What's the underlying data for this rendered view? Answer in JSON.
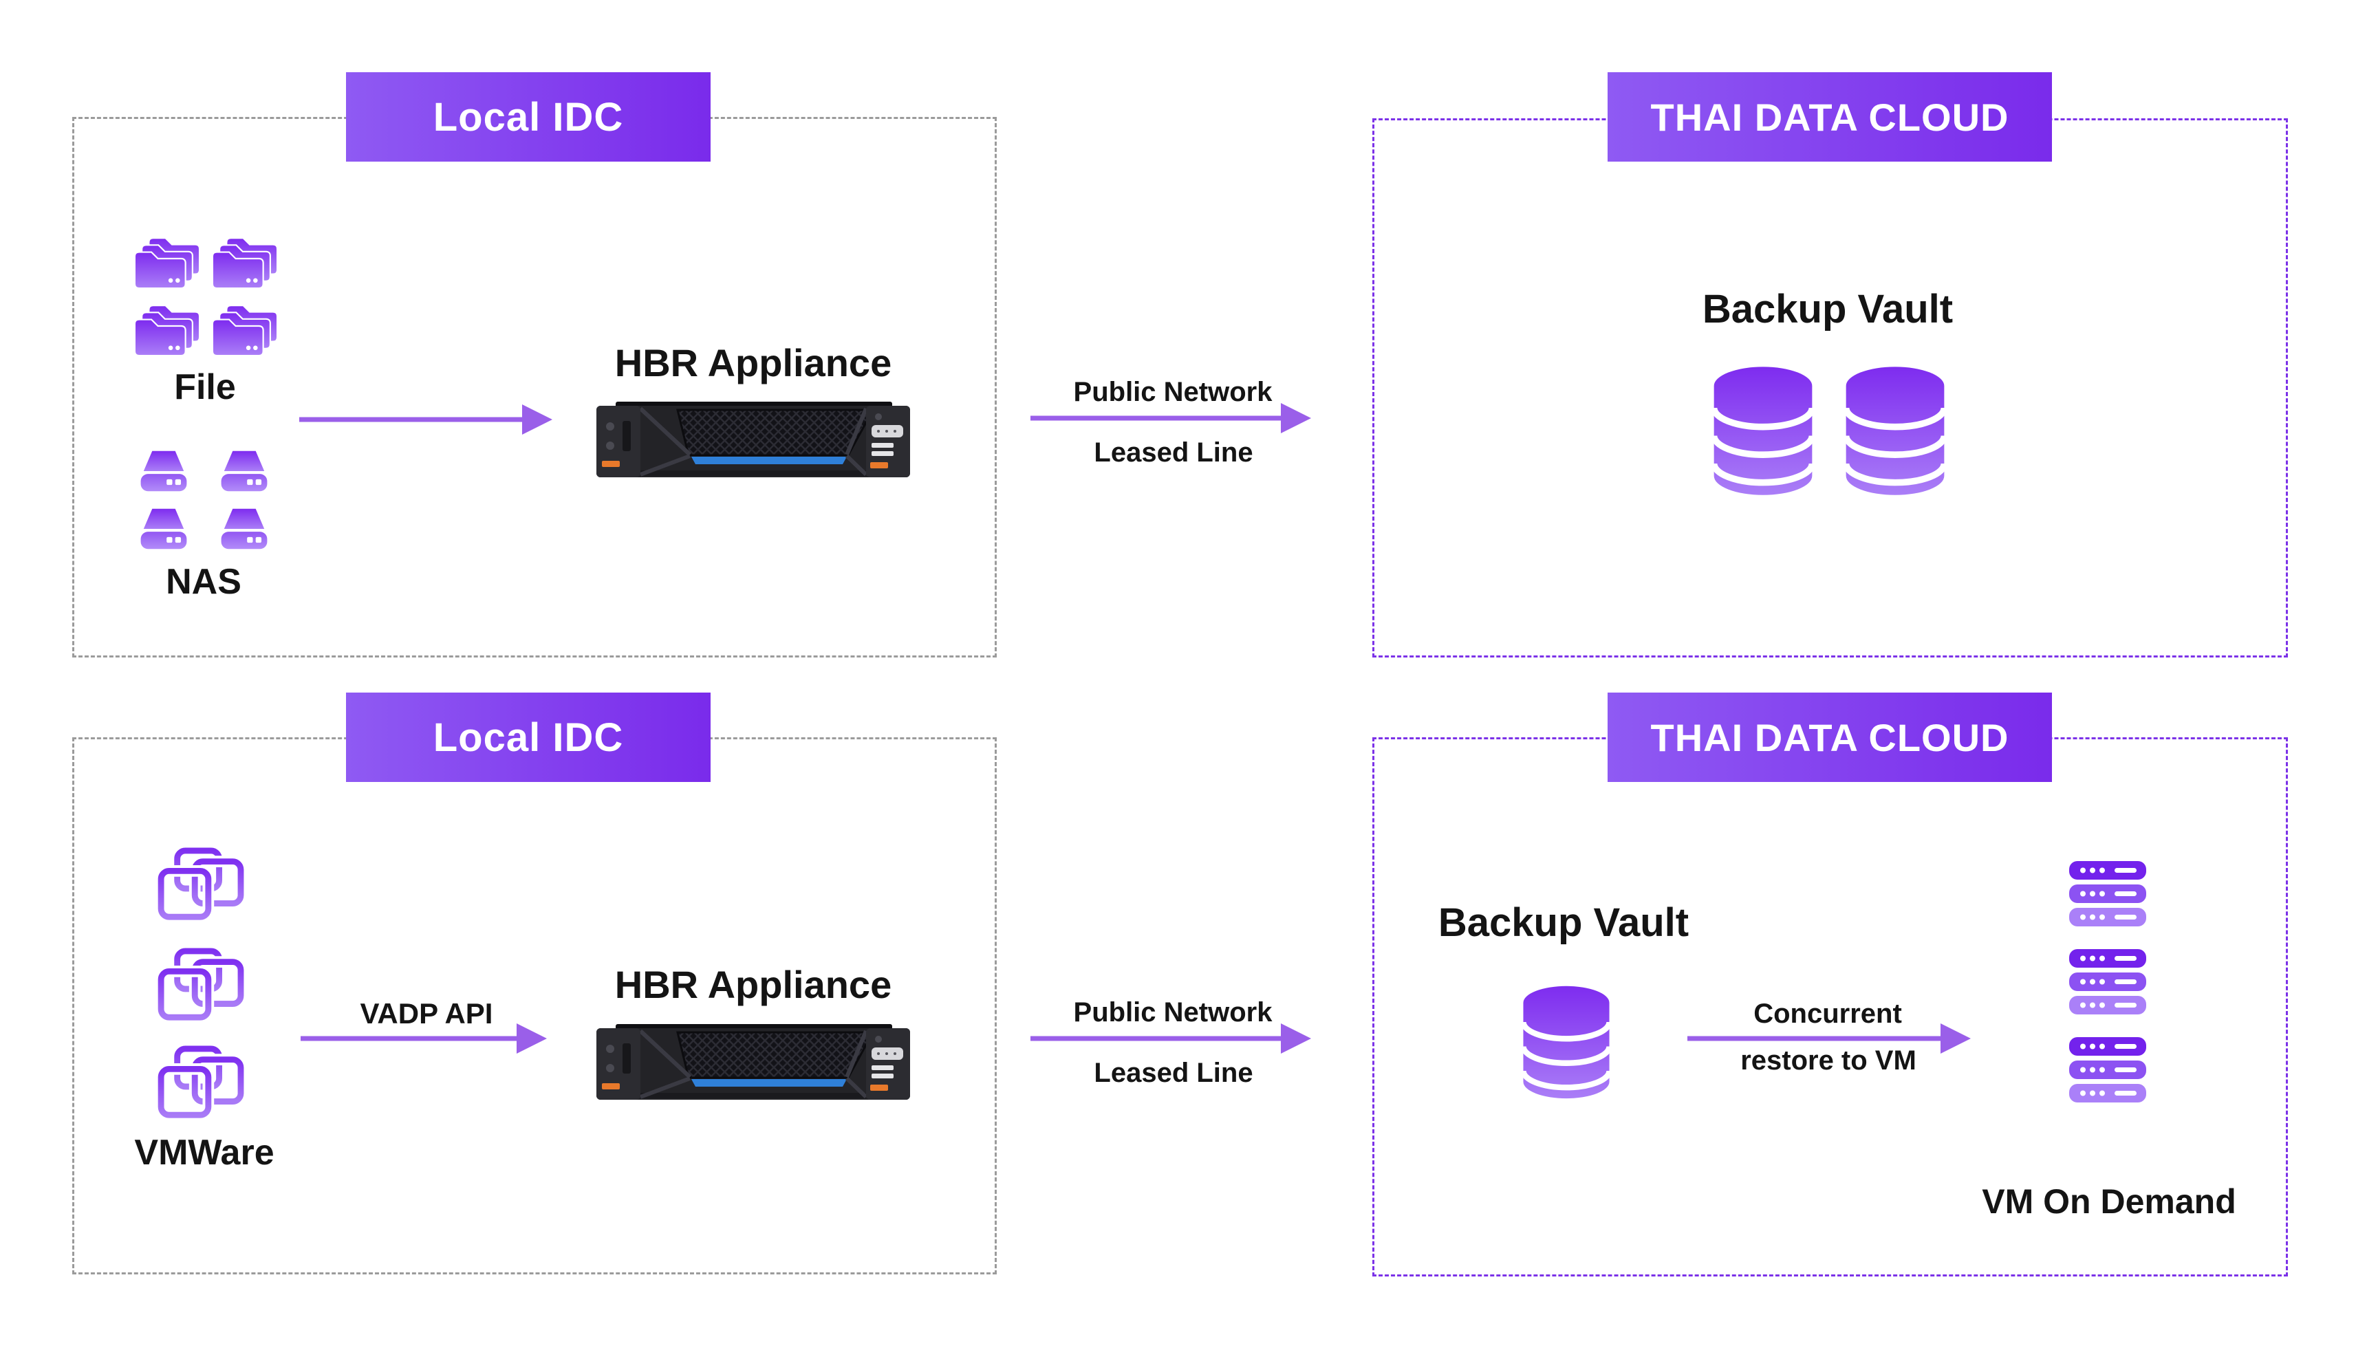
{
  "row1": {
    "local": {
      "title": "Local IDC",
      "file_label": "File",
      "nas_label": "NAS"
    },
    "appliance_label": "HBR Appliance",
    "link": {
      "line1": "Public Network",
      "line2": "Leased Line"
    },
    "cloud": {
      "title": "THAI DATA CLOUD",
      "vault_label": "Backup Vault"
    }
  },
  "row2": {
    "local": {
      "title": "Local IDC",
      "vmware_label": "VMWare"
    },
    "vadp": {
      "label": "VADP API"
    },
    "appliance_label": "HBR Appliance",
    "link": {
      "line1": "Public Network",
      "line2": "Leased Line"
    },
    "cloud": {
      "title": "THAI DATA CLOUD",
      "vault_label": "Backup Vault",
      "restore": {
        "line1": "Concurrent",
        "line2": "restore to VM"
      },
      "vm_label": "VM On Demand"
    }
  },
  "icons": {
    "folder": "folder-stack-icon",
    "nas": "nas-drive-icon",
    "vmware": "vmware-icon",
    "database": "database-cylinder-icon",
    "vm_server": "vm-server-stack-icon",
    "appliance": "server-appliance-image"
  },
  "colors": {
    "header_gradient_start": "#8f5af3",
    "header_gradient_end": "#7a2beb",
    "icon_gradient_start": "#7e2cef",
    "icon_gradient_end": "#aa7ef7",
    "arrow": "#9a5fe9",
    "dashed_gray": "#9b9b9b",
    "dashed_purple": "#7c32e8",
    "label_text": "#141414",
    "appliance_stripe": "#2f80d9"
  }
}
